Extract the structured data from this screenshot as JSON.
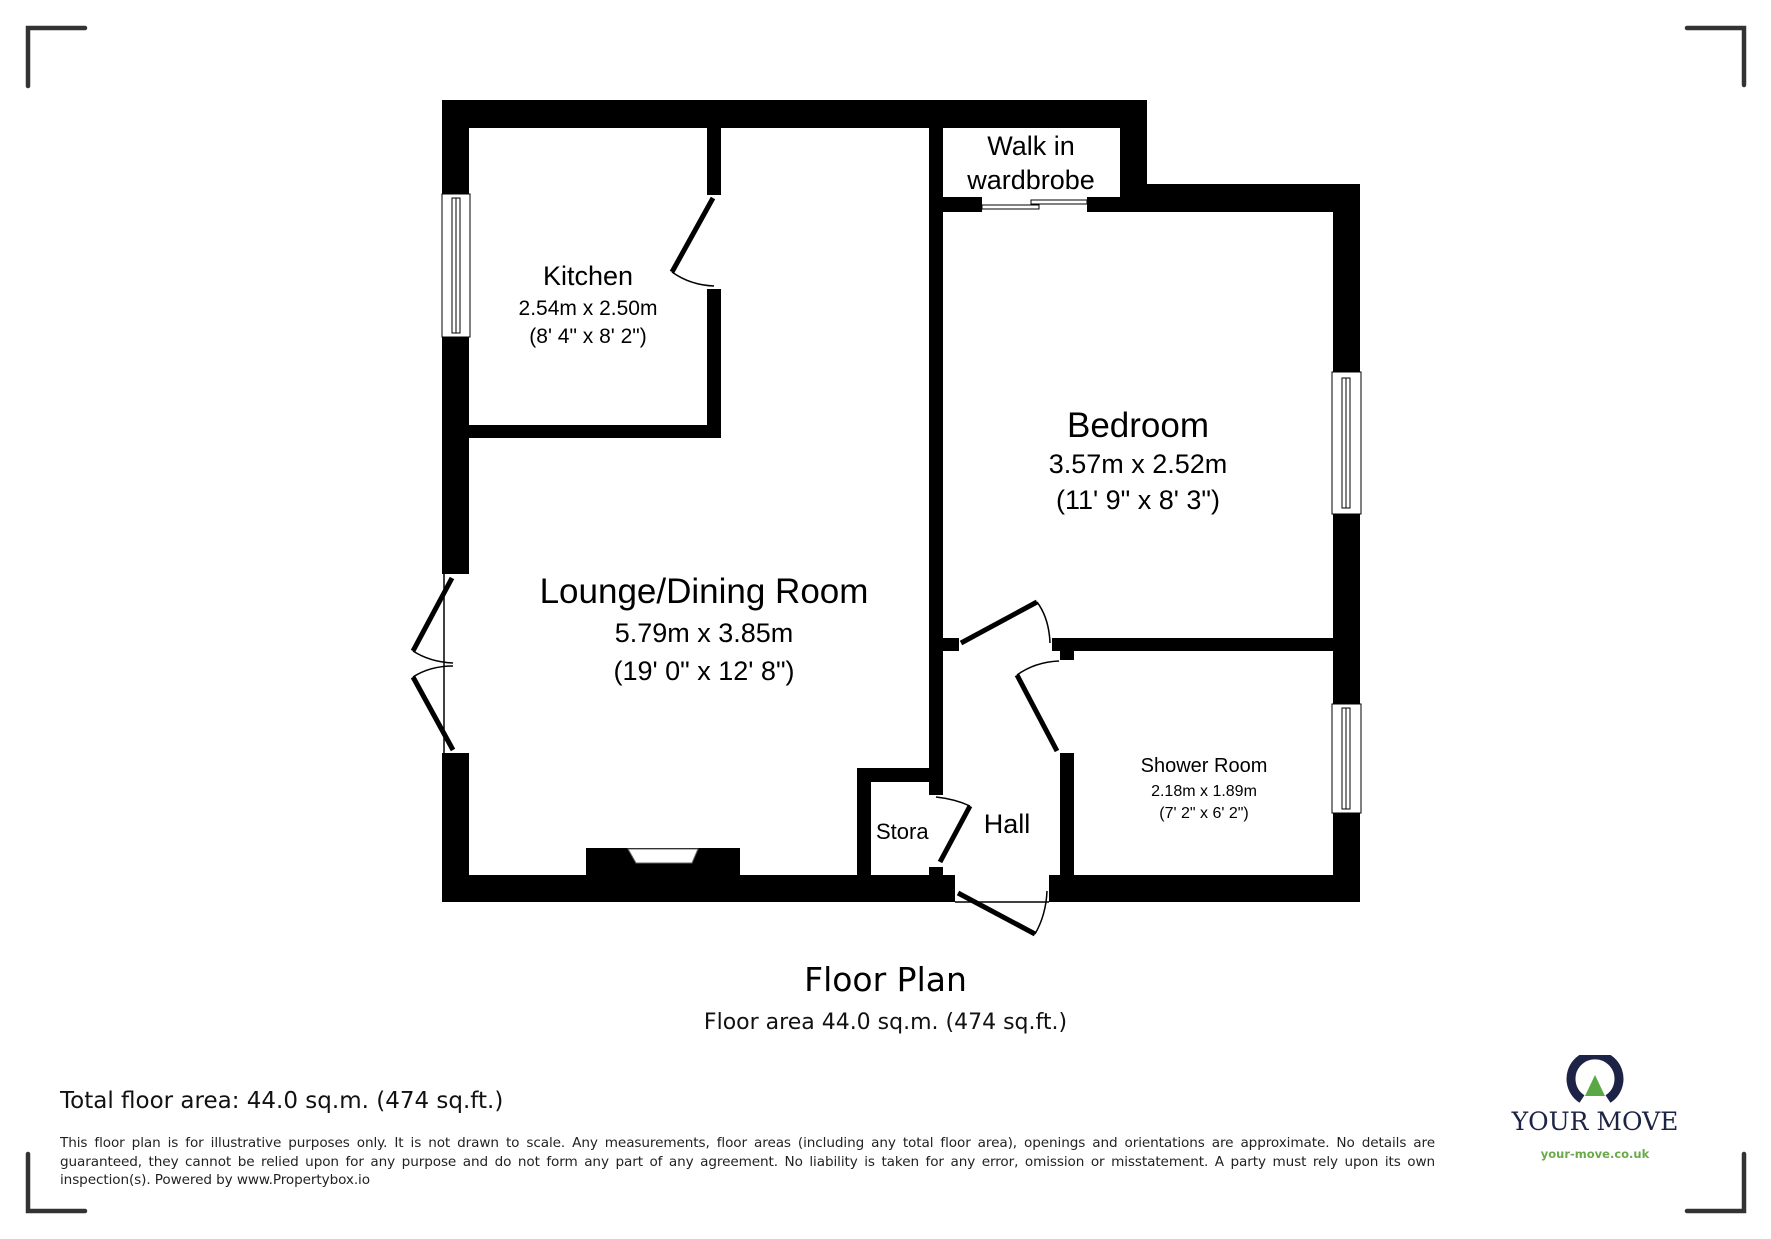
{
  "rooms": {
    "kitchen": {
      "name": "Kitchen",
      "metric": "2.54m x 2.50m",
      "imperial": "(8' 4\" x 8' 2\")"
    },
    "lounge": {
      "name": "Lounge/Dining Room",
      "metric": "5.79m x 3.85m",
      "imperial": "(19' 0\" x 12' 8\")"
    },
    "wardrobe": {
      "name_line1": "Walk in",
      "name_line2": "wardbrobe"
    },
    "bedroom": {
      "name": "Bedroom",
      "metric": "3.57m x 2.52m",
      "imperial": "(11' 9\" x 8' 3\")"
    },
    "shower": {
      "name": "Shower Room",
      "metric": "2.18m x 1.89m",
      "imperial": "(7' 2\" x 6' 2\")"
    },
    "store": {
      "name": "Stora"
    },
    "hall": {
      "name": "Hall"
    }
  },
  "plan": {
    "title": "Floor Plan",
    "floor_area": "Floor area 44.0 sq.m. (474 sq.ft.)"
  },
  "footer": {
    "total_area": "Total floor area: 44.0 sq.m. (474 sq.ft.)",
    "disclaimer": "This floor plan is for illustrative purposes only. It is not drawn to scale. Any measurements, floor areas (including any total floor area), openings and orientations are approximate. No details are guaranteed, they cannot be relied upon for any purpose and do not form any part of any agreement. No liability is taken for any error, omission or misstatement. A party must rely upon its own inspection(s). Powered by www.Propertybox.io"
  },
  "logo": {
    "name": "YOUR MOVE",
    "url": "your-move.co.uk",
    "colors": {
      "navy": "#1d2346",
      "green": "#5aa843"
    }
  }
}
